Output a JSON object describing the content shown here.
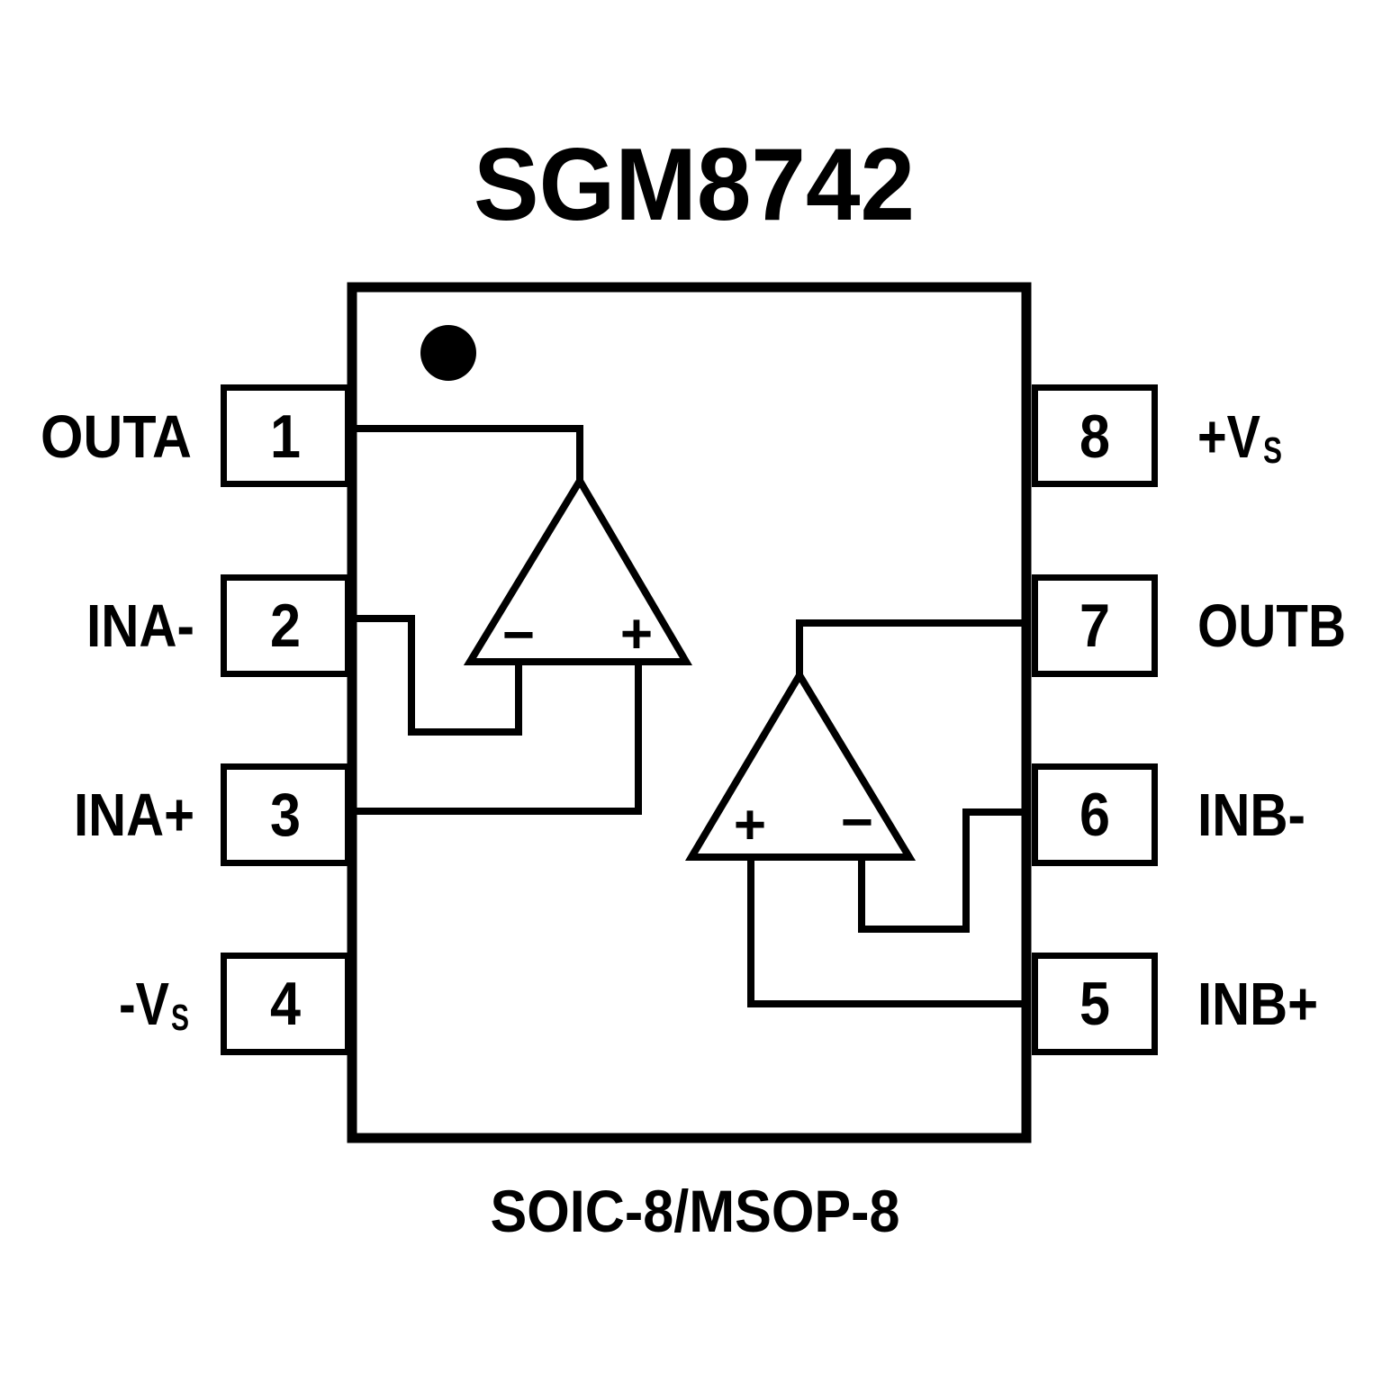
{
  "title": "SGM8742",
  "package_label": "SOIC-8/MSOP-8",
  "pins_left": [
    {
      "num": "1",
      "label": "OUTA",
      "sub": ""
    },
    {
      "num": "2",
      "label": "INA-",
      "sub": ""
    },
    {
      "num": "3",
      "label": "INA+",
      "sub": ""
    },
    {
      "num": "4",
      "label": "-V",
      "sub": "S"
    }
  ],
  "pins_right": [
    {
      "num": "8",
      "label": "+V",
      "sub": "S"
    },
    {
      "num": "7",
      "label": "OUTB",
      "sub": ""
    },
    {
      "num": "6",
      "label": "INB-",
      "sub": ""
    },
    {
      "num": "5",
      "label": "INB+",
      "sub": ""
    }
  ],
  "opamp_a": {
    "minus": "−",
    "plus": "+"
  },
  "opamp_b": {
    "minus": "−",
    "plus": "+"
  },
  "colors": {
    "ink": "#000000",
    "background": "#ffffff"
  }
}
